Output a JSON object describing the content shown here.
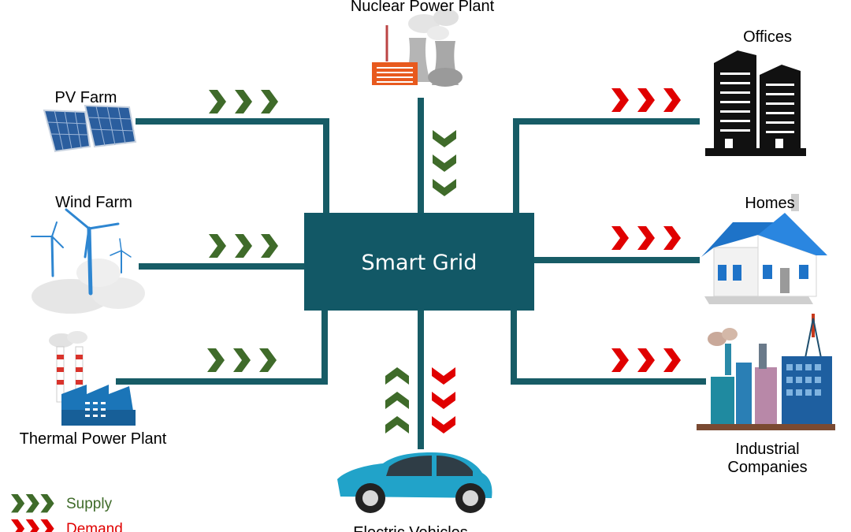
{
  "hub": {
    "label": "Smart Grid"
  },
  "nodes": {
    "nuclear": {
      "label": "Nuclear Power Plant"
    },
    "pv": {
      "label": "PV Farm"
    },
    "wind": {
      "label": "Wind Farm"
    },
    "thermal": {
      "label": "Thermal Power Plant"
    },
    "ev": {
      "label": "Electric Vehicles"
    },
    "offices": {
      "label": "Offices"
    },
    "homes": {
      "label": "Homes"
    },
    "industrial": {
      "label_line1": "Industrial",
      "label_line2": "Companies"
    }
  },
  "legend": {
    "supply": "Supply",
    "demand": "Demand"
  },
  "colors": {
    "line": "#175c66",
    "hub": "#125866",
    "supply": "#3f6b2a",
    "demand": "#e00000"
  }
}
